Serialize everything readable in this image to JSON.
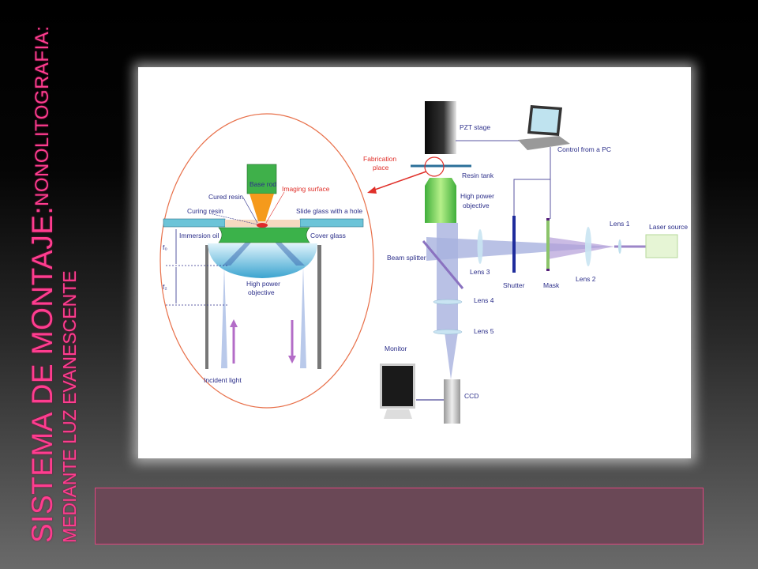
{
  "slide": {
    "title_main": "Sistema de montaje:",
    "title_sub": "Nonolitografia:",
    "subtitle": "Mediante luz evanescente"
  },
  "diagram": {
    "inset": {
      "base_rod": "Base rod",
      "imaging_surface": "Imaging surface",
      "cured_resin": "Cured resin",
      "curing_resin": "Curing resin",
      "slide_glass": "Slide glass with a hole",
      "immersion_oil": "Immersion oil",
      "cover_glass": "Cover glass",
      "f0": "f₀",
      "fb": "f₂",
      "objective_1": "High power",
      "objective_2": "objective",
      "incident_light": "Incident light"
    },
    "setup": {
      "pzt_stage": "PZT stage",
      "control_pc": "Control from a PC",
      "fabrication_1": "Fabrication",
      "fabrication_2": "place",
      "resin_tank": "Resin tank",
      "objective_1": "High power",
      "objective_2": "objective",
      "lens1": "Lens 1",
      "laser_source": "Laser source",
      "beam_splitter": "Beam splitter",
      "lens3": "Lens 3",
      "shutter": "Shutter",
      "mask": "Mask",
      "lens2": "Lens 2",
      "lens4": "Lens 4",
      "lens5": "Lens 5",
      "monitor": "Monitor",
      "ccd": "CCD"
    },
    "colors": {
      "accent": "#ff3d8f",
      "circle": "#e8704a",
      "label": "#2c2f8a",
      "red_label": "#e0302a"
    }
  }
}
